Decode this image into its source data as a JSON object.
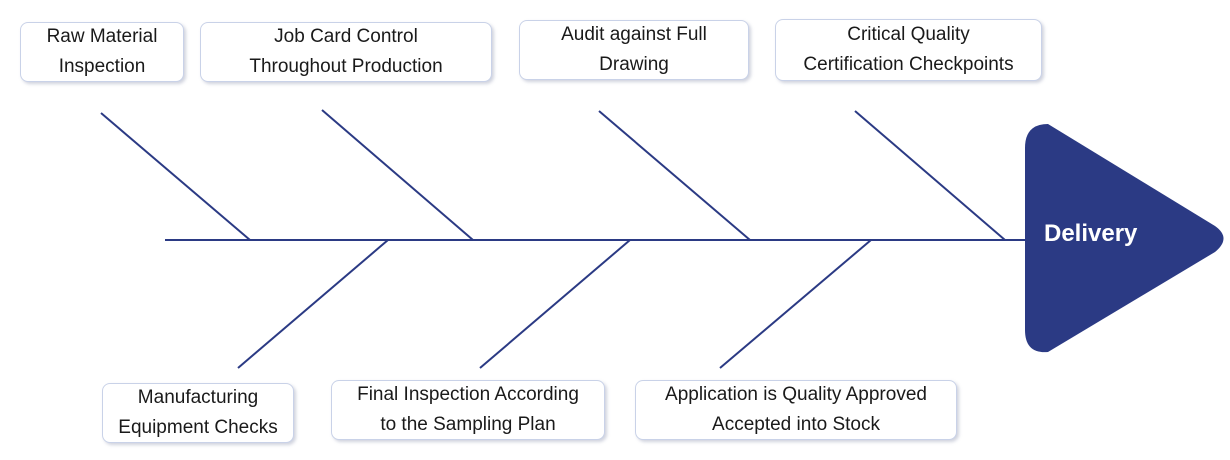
{
  "diagram": {
    "type": "fishbone",
    "effect": "Delivery",
    "causes": [
      {
        "label": "Raw Material\nInspection",
        "side": "top"
      },
      {
        "label": "Job Card Control\nThroughout Production",
        "side": "top"
      },
      {
        "label": "Audit against Full\nDrawing",
        "side": "top"
      },
      {
        "label": "Critical Quality\nCertification Checkpoints",
        "side": "top"
      },
      {
        "label": "Manufacturing\nEquipment Checks",
        "side": "bottom"
      },
      {
        "label": "Final Inspection According\nto the Sampling Plan",
        "side": "bottom"
      },
      {
        "label": "Application is Quality Approved\nAccepted into Stock",
        "side": "bottom"
      }
    ]
  },
  "colors": {
    "spine": "#2b3a84",
    "head": "#2b3a84",
    "head_text": "#ffffff",
    "box_border": "#c9d2e8",
    "text": "#1a1a1a"
  }
}
